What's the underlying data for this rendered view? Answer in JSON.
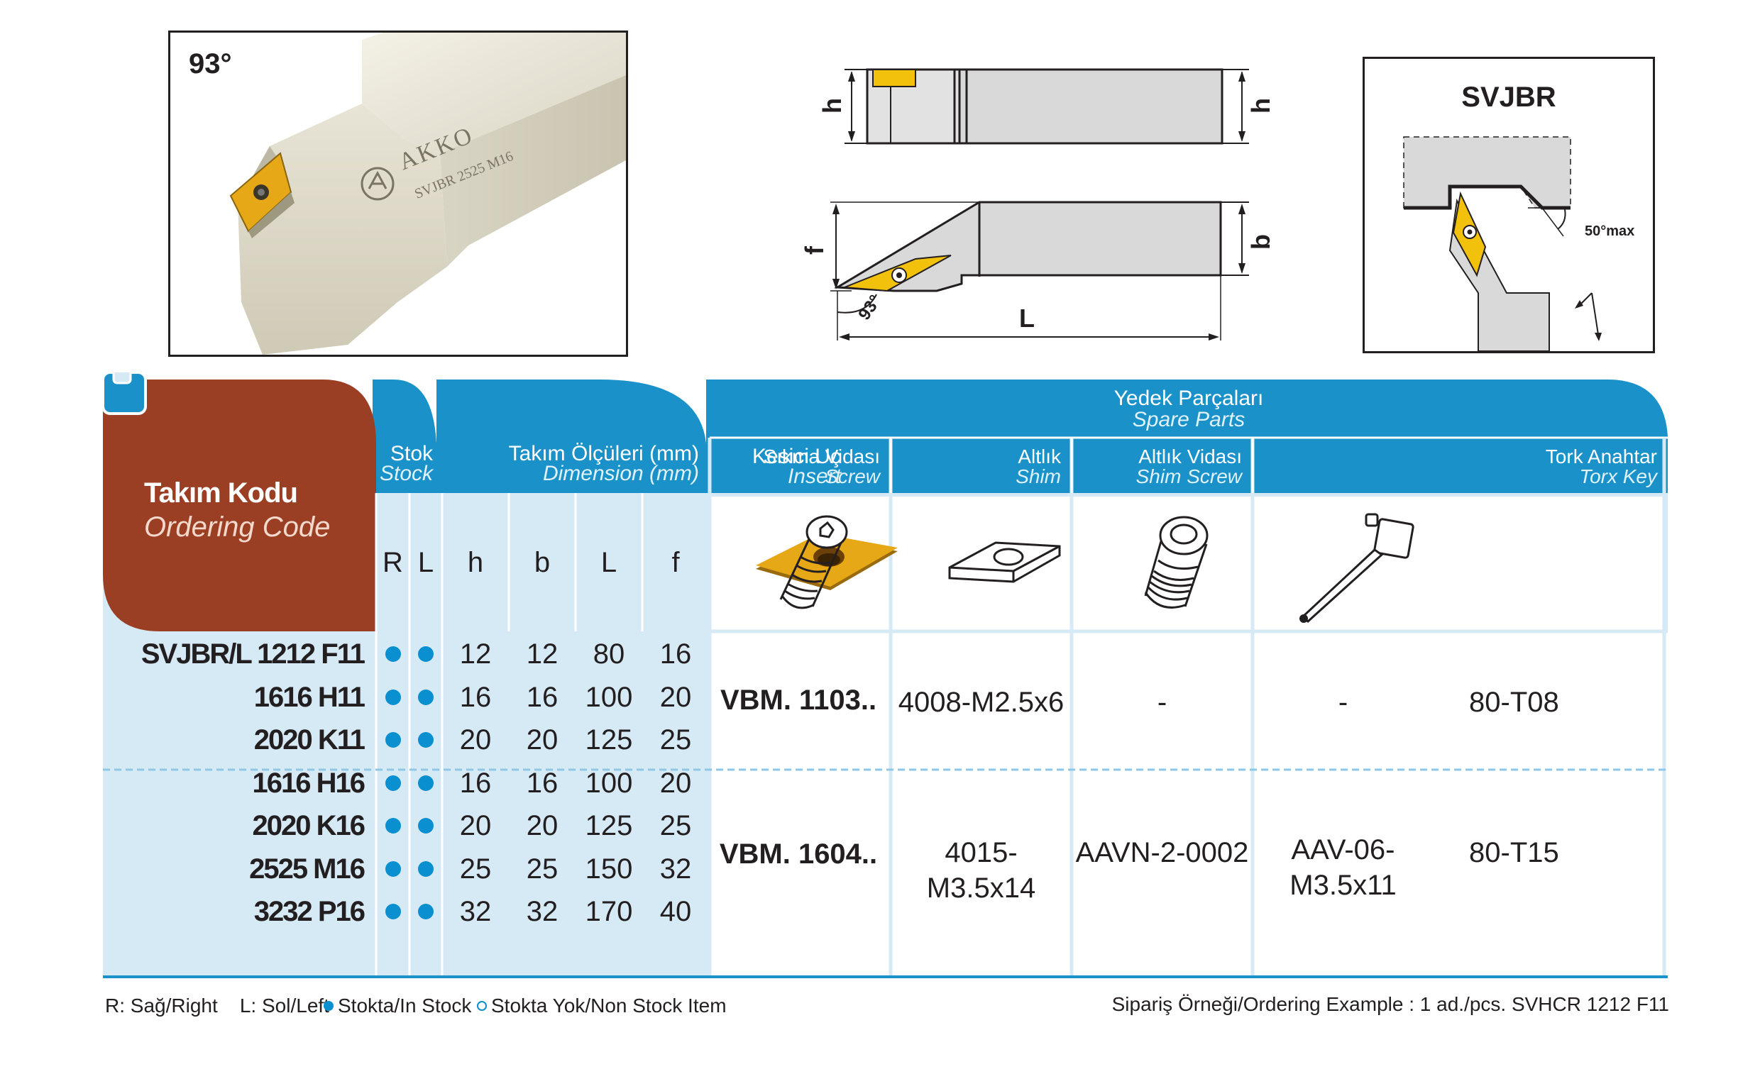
{
  "photo": {
    "angle": "93°",
    "brand": "AKKO",
    "model": "SVJBR 2525 M16"
  },
  "diagram": {
    "h_label": "h",
    "f_label": "f",
    "b_label": "b",
    "L_label": "L",
    "angle_label": "93°"
  },
  "svjbr": {
    "title": "SVJBR",
    "max_angle": "50°max"
  },
  "header": {
    "ordering_code": "Takım Kodu",
    "ordering_code_en": "Ordering Code",
    "stock": "Stok",
    "stock_en": "Stock",
    "dimension": "Takım Ölçüleri (mm)",
    "dimension_en": "Dimension (mm)",
    "insert": "Kesici Uç",
    "insert_en": "Insert",
    "spare_parts": "Yedek Parçaları",
    "spare_parts_en": "Spare Parts",
    "screw": "Sıkma Vidası",
    "screw_en": "Screw",
    "shim": "Altlık",
    "shim_en": "Shim",
    "shim_screw": "Altlık Vidası",
    "shim_screw_en": "Shim Screw",
    "torx_key": "Tork Anahtar",
    "torx_key_en": "Torx Key",
    "col_R": "R",
    "col_L": "L",
    "col_h": "h",
    "col_b": "b",
    "col_Lmm": "L",
    "col_f": "f"
  },
  "rows": [
    {
      "code": "SVJBR/L 1212 F11",
      "h": "12",
      "b": "12",
      "L": "80",
      "f": "16"
    },
    {
      "code": "1616 H11",
      "h": "16",
      "b": "16",
      "L": "100",
      "f": "20"
    },
    {
      "code": "2020 K11",
      "h": "20",
      "b": "20",
      "L": "125",
      "f": "25"
    },
    {
      "code": "1616 H16",
      "h": "16",
      "b": "16",
      "L": "100",
      "f": "20"
    },
    {
      "code": "2020 K16",
      "h": "20",
      "b": "20",
      "L": "125",
      "f": "25"
    },
    {
      "code": "2525 M16",
      "h": "25",
      "b": "25",
      "L": "150",
      "f": "32"
    },
    {
      "code": "3232 P16",
      "h": "32",
      "b": "32",
      "L": "170",
      "f": "40"
    }
  ],
  "groups": [
    {
      "insert": "VBM. 1103..",
      "screw": "4008-M2.5x6",
      "shim": "-",
      "shim_screw": "-",
      "torx": "80-T08"
    },
    {
      "insert": "VBM. 1604..",
      "screw": "4015-M3.5x14",
      "shim": "AAVN-2-0002",
      "shim_screw": "AAV-06-M3.5x11",
      "torx": "80-T15"
    }
  ],
  "footer": {
    "right_left": "R: Sağ/Right    L: Sol/Left",
    "in_stock": "Stokta/In Stock",
    "non_stock": "Stokta Yok/Non Stock Item",
    "ordering_example": "Sipariş Örneği/Ordering Example : 1 ad./pcs. SVHCR 1212 F11"
  },
  "colors": {
    "header_blue": "#1a92c9",
    "light_blue": "#d6eaf5",
    "brown": "#9b3f24",
    "dot": "#0a8fd1",
    "insert_gold": "#e6a817"
  }
}
